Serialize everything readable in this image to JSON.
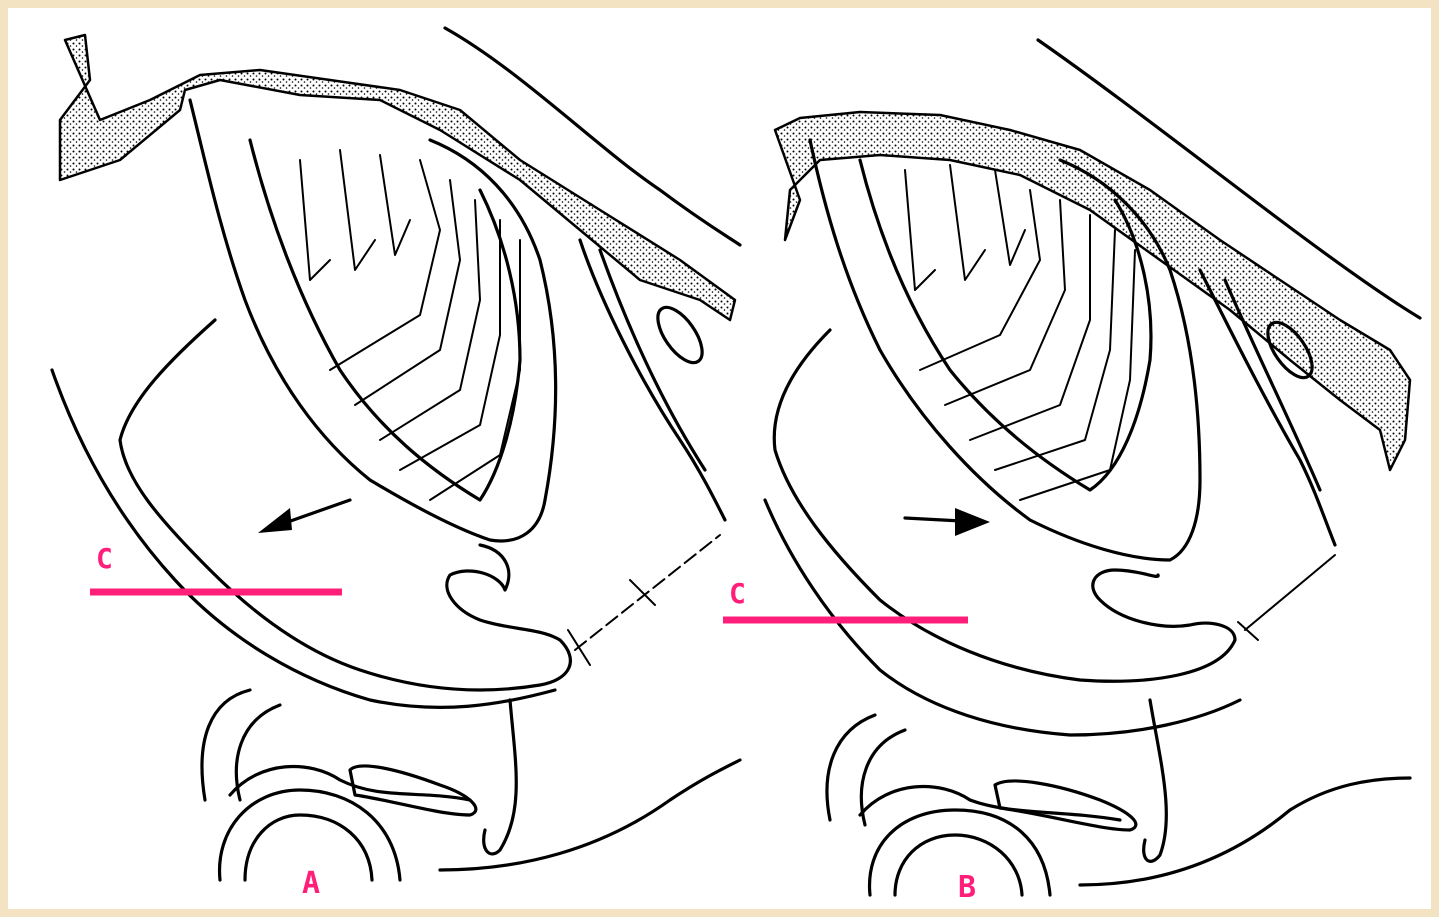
{
  "panels": [
    {
      "id": "A",
      "label": "A",
      "reference_label": "C",
      "arrow_direction": "left"
    },
    {
      "id": "B",
      "label": "B",
      "reference_label": "C",
      "arrow_direction": "right"
    }
  ],
  "colors": {
    "background_border": "#f3e3c2",
    "paper": "#ffffff",
    "ink": "#000000",
    "accent": "#ff1f7a"
  }
}
